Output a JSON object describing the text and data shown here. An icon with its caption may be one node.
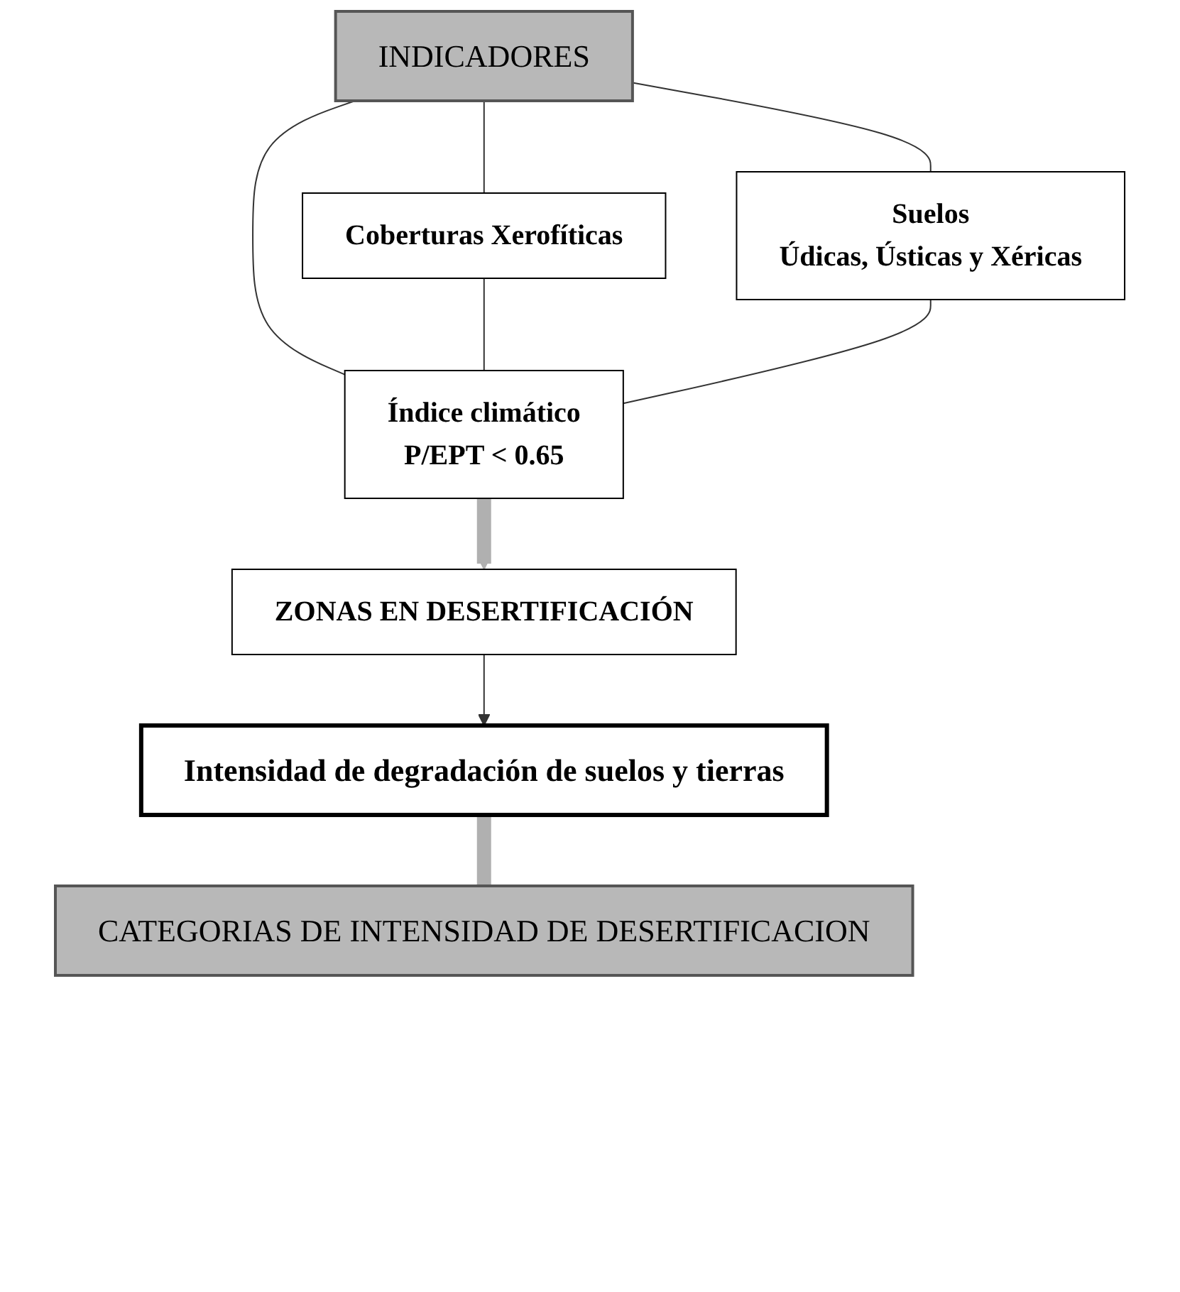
{
  "diagram": {
    "nodes": [
      {
        "text": [
          "INDICADORES"
        ]
      },
      {
        "text": [
          "Coberturas Xerofíticas"
        ]
      },
      {
        "text": [
          "Suelos",
          "Údicas, Ústicas y Xéricas"
        ]
      },
      {
        "text": [
          "Índice climático",
          "P/EPT < 0.65"
        ]
      },
      {
        "text": [
          "ZONAS EN DESERTIFICACIÓN"
        ]
      },
      {
        "text": [
          "Intensidad de degradación de suelos y tierras"
        ]
      },
      {
        "text": [
          "CATEGORIAS DE INTENSIDAD DE DESERTIFICACION"
        ]
      }
    ],
    "edges": [
      {
        "from": 0,
        "to": 1,
        "arrow": "none"
      },
      {
        "from": 0,
        "to": 3,
        "arrow": "none"
      },
      {
        "from": 0,
        "to": 2,
        "arrow": "none"
      },
      {
        "from": 1,
        "to": 3,
        "arrow": "none"
      },
      {
        "from": 2,
        "to": 3,
        "arrow": "none"
      },
      {
        "from": 3,
        "to": 4,
        "arrow": "to",
        "style": "thick",
        "color": "#b0b0b0"
      },
      {
        "from": 4,
        "to": 5,
        "arrow": "to"
      },
      {
        "from": 5,
        "to": 6,
        "arrow": "none",
        "style": "thick",
        "color": "#b0b0b0"
      }
    ]
  }
}
